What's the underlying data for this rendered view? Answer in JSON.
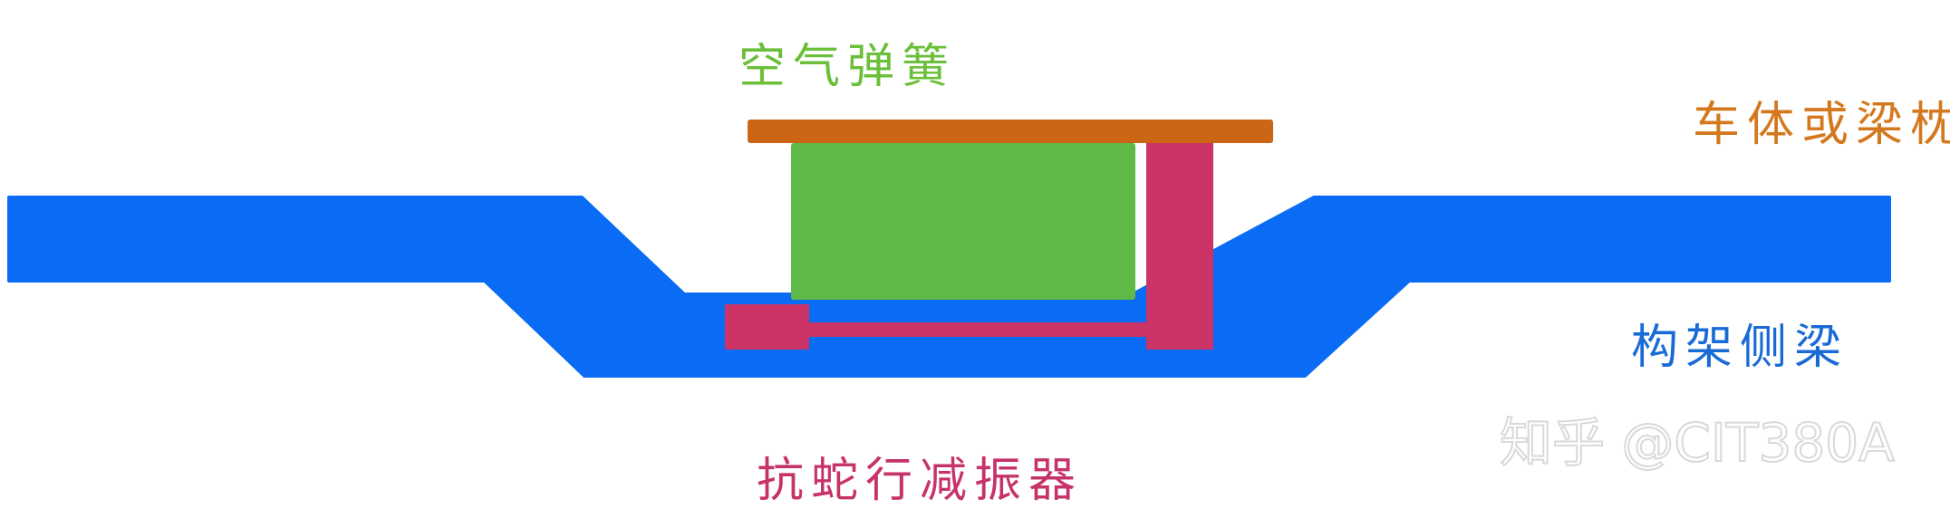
{
  "labels": {
    "air_spring": "空气弹簧",
    "carbody": "车体或梁枕",
    "frame_side_beam": "构架侧梁",
    "yaw_damper": "抗蛇行减振器"
  },
  "watermark": "知乎 @CIT380A",
  "colors": {
    "frame_side_beam": "#0a6cf5",
    "air_spring": "#5eb946",
    "carbody": "#cc6614",
    "yaw_damper": "#cc3366",
    "label_air_spring": "#6cbf3a",
    "label_carbody": "#d4781e",
    "label_frame": "#1a6ad6",
    "label_damper": "#c6336a"
  }
}
